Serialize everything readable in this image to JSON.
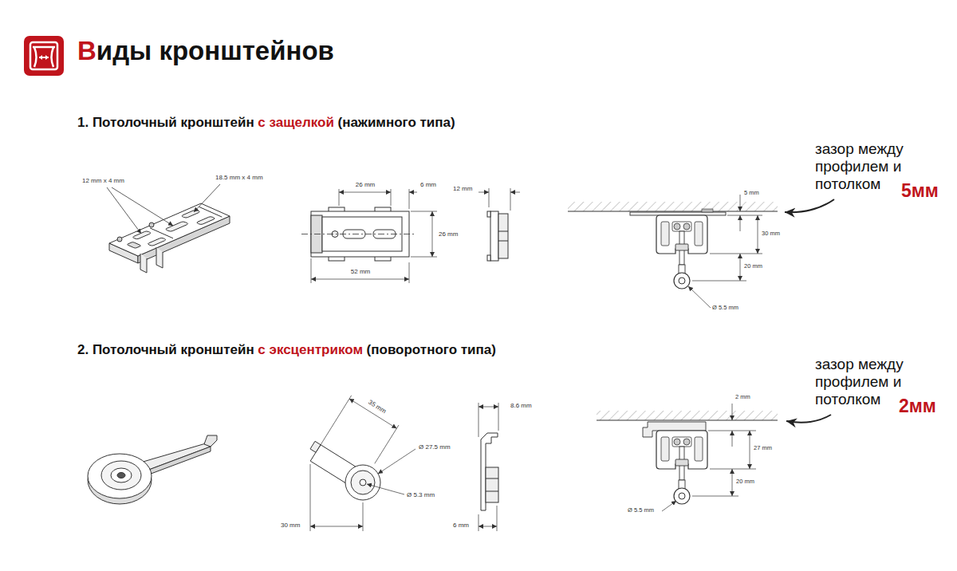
{
  "diagram": {
    "title": "Виды кронштейнов",
    "labels": [
      "1. Потолочный кронштейн",
      "с защелкой",
      "(нажимного типа)",
      "12 mm x 4 mm",
      "18.5 mm x 4 mm",
      "26 mm",
      "6 mm",
      "26 mm",
      "52 mm",
      "12 mm",
      "5 mm",
      "30 mm",
      "20 mm",
      "Ø 5.5 mm",
      "зазор между профилем и потолком",
      "5мм",
      "2. Потолочный кронштейн",
      "с эксцентриком",
      "(поворотного типа)",
      "35 mm",
      "Ø 27.5 mm",
      "Ø 5.3 mm",
      "30 mm",
      "8.6 mm",
      "6 mm",
      "2 mm",
      "27 mm",
      "20 mm",
      "Ø 5.5 mm",
      "зазор между профилем и потолком",
      "2мм"
    ]
  }
}
